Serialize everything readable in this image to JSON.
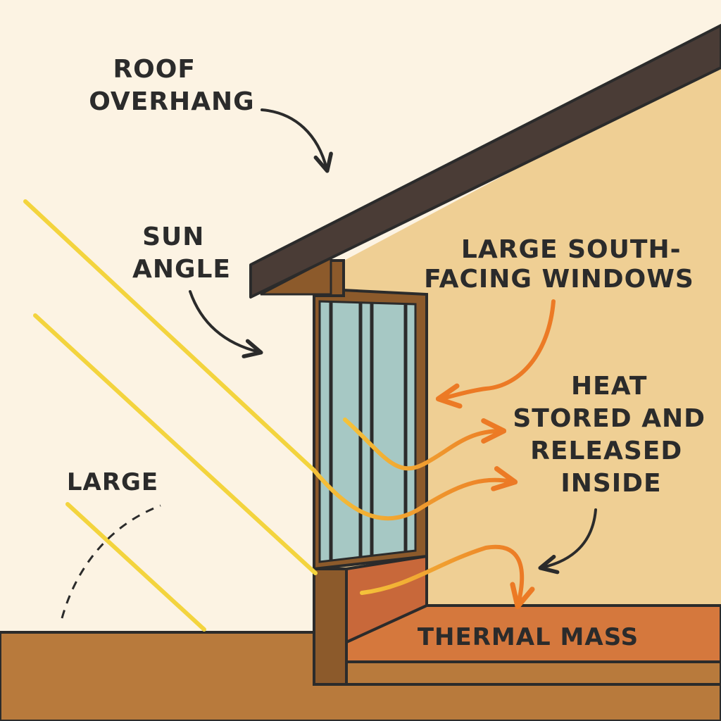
{
  "labels": {
    "roof_overhang": [
      "ROOF",
      "OVERHANG"
    ],
    "sun_angle": [
      "SUN",
      "ANGLE"
    ],
    "windows": [
      "LARGE SOUTH-",
      "FACING WINDOWS"
    ],
    "heat": [
      "HEAT",
      "STORED AND",
      "RELEASED",
      "INSIDE"
    ],
    "large": "LARGE",
    "thermal_mass": "THERMAL MASS"
  },
  "colors": {
    "sky": "#fcf3e3",
    "interior": "#efcf94",
    "ground": "#b87a3c",
    "roof": "#4a3c36",
    "wood": "#8c5a2b",
    "thermal_mass": "#d5783d",
    "glass": "#a6c8c4",
    "sun_ray": "#f3d43e",
    "heat_arrow": "#ec7a25",
    "ink": "#2b2b2b"
  }
}
